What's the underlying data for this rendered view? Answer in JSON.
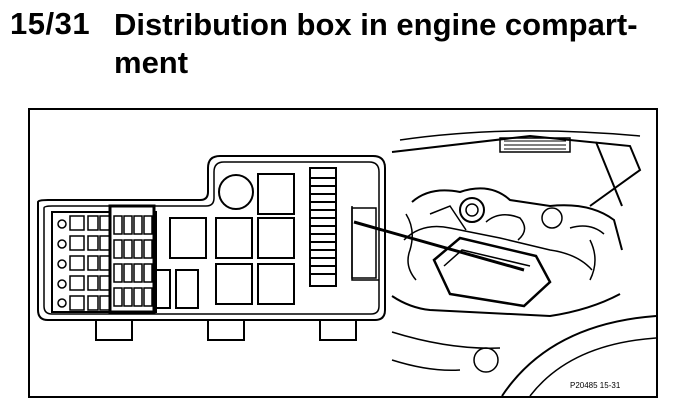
{
  "heading": {
    "section_number": "15/31",
    "title": "Distribution box in engine compart-ment"
  },
  "figure": {
    "reference": "P20485  15-31"
  }
}
